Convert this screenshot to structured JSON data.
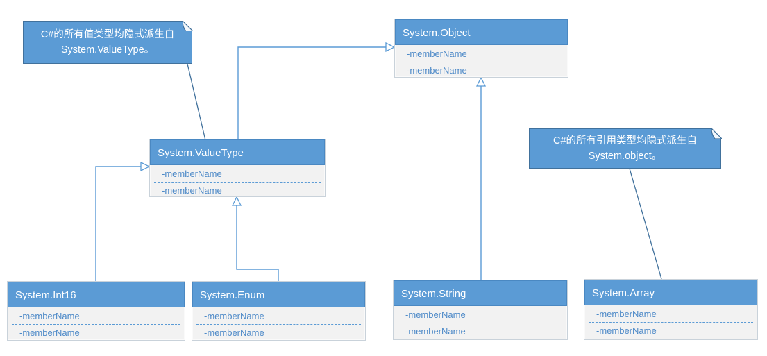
{
  "classes": [
    {
      "name": "System.Object",
      "members": [
        "-memberName",
        "-memberName"
      ]
    },
    {
      "name": "System.ValueType",
      "members": [
        "-memberName",
        "-memberName"
      ]
    },
    {
      "name": "System.Int16",
      "members": [
        "-memberName",
        "-memberName"
      ]
    },
    {
      "name": "System.Enum",
      "members": [
        "-memberName",
        "-memberName"
      ]
    },
    {
      "name": "System.String",
      "members": [
        "-memberName",
        "-memberName"
      ]
    },
    {
      "name": "System.Array",
      "members": [
        "-memberName",
        "-memberName"
      ]
    }
  ],
  "notes": [
    {
      "lines": [
        "C#的所有值类型均隐式派生自",
        "System.ValueType。"
      ],
      "points_to": "System.ValueType"
    },
    {
      "lines": [
        "C#的所有引用类型均隐式派生自",
        "System.object。"
      ],
      "points_to": "System.Array"
    }
  ],
  "relations": [
    {
      "from": "System.ValueType",
      "to": "System.Object",
      "type": "generalization"
    },
    {
      "from": "System.Int16",
      "to": "System.ValueType",
      "type": "generalization"
    },
    {
      "from": "System.Enum",
      "to": "System.ValueType",
      "type": "generalization"
    },
    {
      "from": "System.String",
      "to": "System.Object",
      "type": "generalization"
    }
  ],
  "colors": {
    "shape_fill": "#5b9bd5",
    "shape_border": "#41719c",
    "header_text": "#ffffff",
    "body_fill": "#f2f2f2",
    "body_border": "#c9d2da",
    "member_text": "#4e8ac8",
    "connector": "#5b9bd5",
    "note_leader": "#41719c"
  }
}
